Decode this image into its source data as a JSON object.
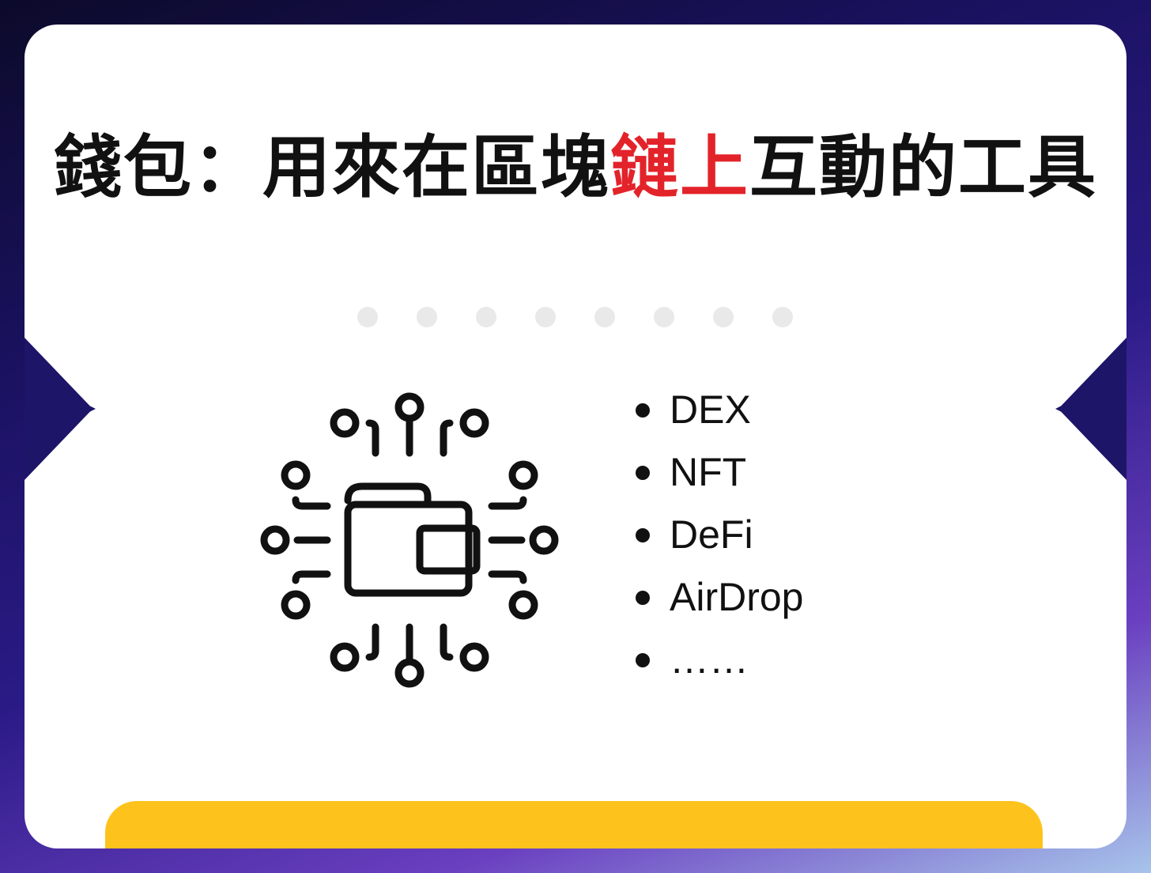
{
  "title": {
    "part1": "錢包：用來在區塊",
    "highlight": "鏈上",
    "part2": "互動的工具"
  },
  "colors": {
    "highlight": "#e3232a",
    "frame": "#1d1568",
    "accent_bar": "#fdc31c"
  },
  "icon": "wallet-circuit-icon",
  "carousel": {
    "dot_count": 8
  },
  "list": [
    "DEX",
    "NFT",
    "DeFi",
    "AirDrop",
    "……"
  ]
}
